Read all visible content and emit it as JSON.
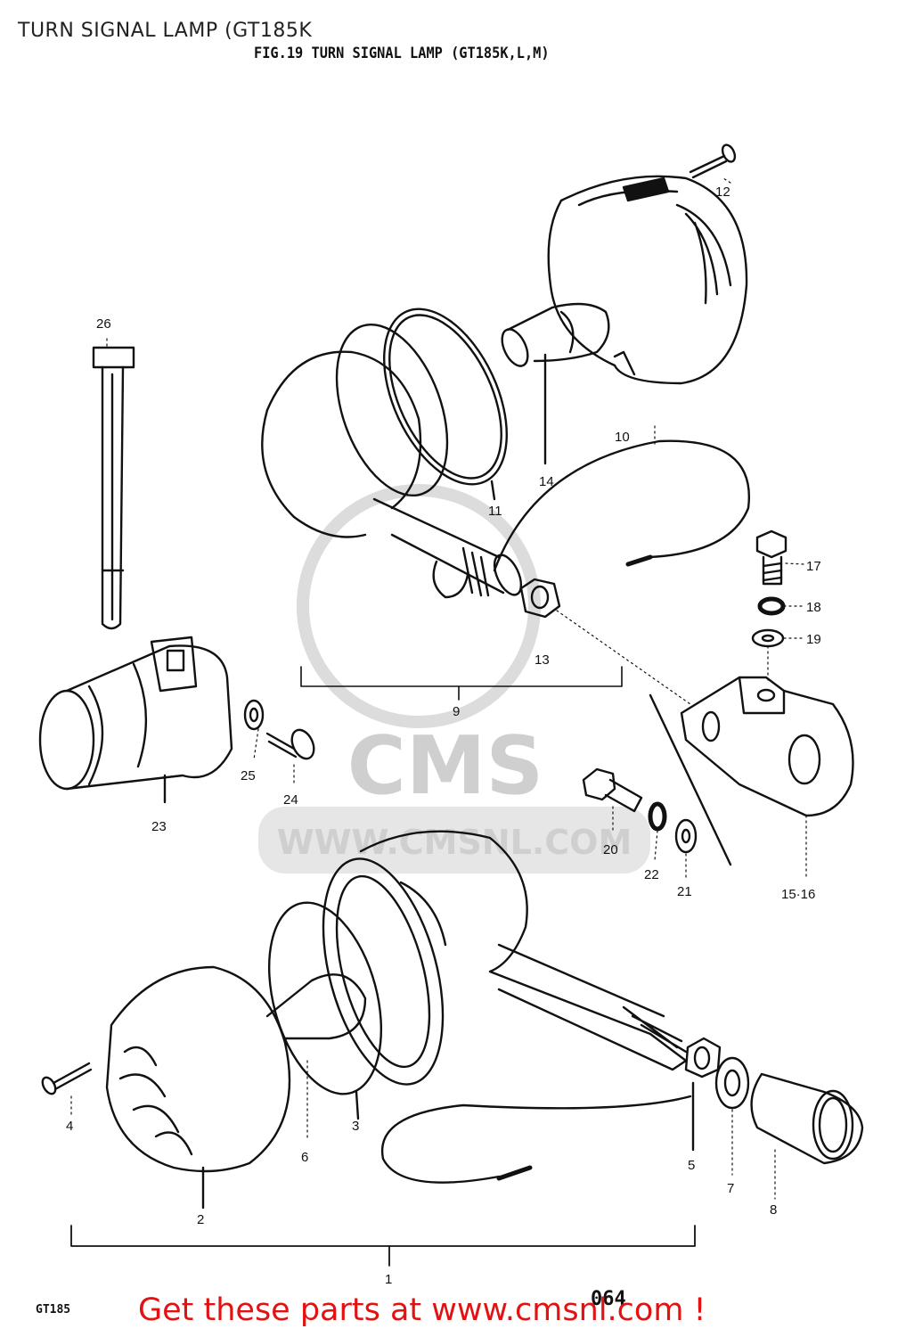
{
  "page_title": "TURN SIGNAL LAMP (GT185K",
  "figure_title": "FIG.19 TURN SIGNAL LAMP (GT185K,L,M)",
  "watermark": {
    "logo": "CMS",
    "url": "WWW.CMSNL.COM"
  },
  "model_code": "GT185",
  "sheet_number": "064",
  "promo": "Get these parts at www.cmsnl.com !",
  "part_labels": {
    "p1": "1",
    "p2": "2",
    "p3": "3",
    "p4": "4",
    "p5": "5",
    "p6": "6",
    "p7": "7",
    "p8": "8",
    "p9": "9",
    "p10": "10",
    "p11": "11",
    "p12": "12",
    "p13": "13",
    "p14": "14",
    "p15_16": "15·16",
    "p17": "17",
    "p18": "18",
    "p19": "19",
    "p20": "20",
    "p21": "21",
    "p22": "22",
    "p23": "23",
    "p24": "24",
    "p25": "25",
    "p26": "26"
  },
  "colors": {
    "promo": "#e21212",
    "line": "#111111",
    "watermark": "#cfcfcf"
  }
}
